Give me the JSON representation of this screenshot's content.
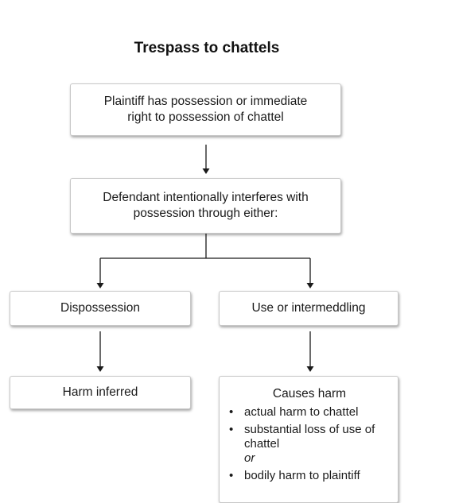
{
  "title": "Trespass to chattels",
  "nodes": {
    "possession": {
      "line1": "Plaintiff has possession or immediate",
      "line2": "right to possession of chattel"
    },
    "interferes": {
      "line1": "Defendant intentionally interferes with",
      "line2": "possession through either:"
    },
    "dispossession": "Dispossession",
    "use": "Use or intermeddling",
    "inferred": "Harm inferred",
    "harm": {
      "title": "Causes harm",
      "bullet": "•",
      "items": [
        {
          "text": "actual harm to chattel"
        },
        {
          "text": "substantial loss of use of chattel",
          "suffix": "or"
        },
        {
          "text": "bodily harm to plaintiff"
        }
      ]
    }
  },
  "colors": {
    "connector": "#1a1a1a",
    "box_border": "#c8c8c8"
  }
}
